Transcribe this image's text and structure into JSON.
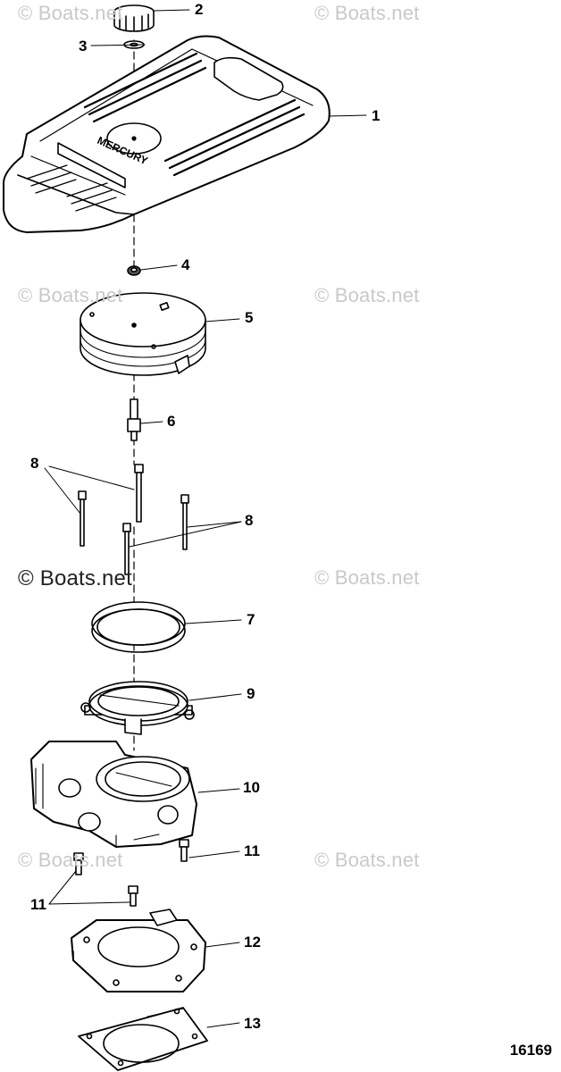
{
  "watermarks": [
    {
      "text": "© Boats.net",
      "style": "light"
    },
    {
      "text": "© Boats.net",
      "style": "light"
    },
    {
      "text": "© Boats.net",
      "style": "light"
    },
    {
      "text": "© Boats.net",
      "style": "light"
    },
    {
      "text": "© Boats.net",
      "style": "dark"
    },
    {
      "text": "© Boats.net",
      "style": "light"
    },
    {
      "text": "© Boats.net",
      "style": "light"
    },
    {
      "text": "© Boats.net",
      "style": "light"
    }
  ],
  "callouts": [
    "1",
    "2",
    "3",
    "4",
    "5",
    "6",
    "7",
    "8",
    "8",
    "9",
    "10",
    "11",
    "11",
    "12",
    "13"
  ],
  "cover_brand": "MERCURY",
  "drawing_number": "16169",
  "colors": {
    "line": "#000000",
    "watermark": "#c9c9c9"
  }
}
